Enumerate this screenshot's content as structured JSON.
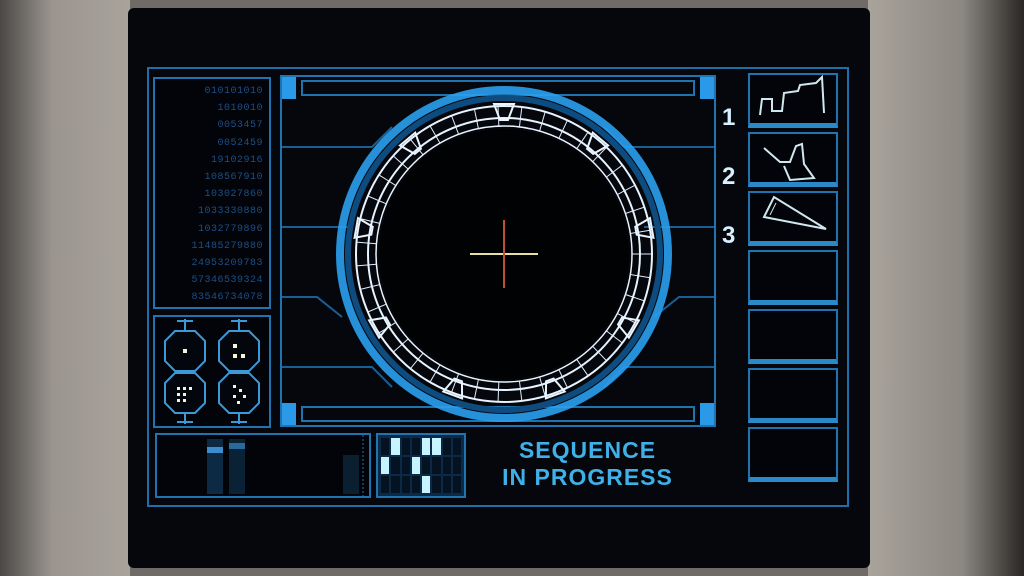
{
  "data_column": {
    "lines": [
      "010101010",
      "1010010",
      "0053457",
      "0052459",
      "19102916",
      "108567910",
      "103027860",
      "1033330880",
      "1032779896",
      "11485279880",
      "24953209783",
      "57346539324",
      "83546734078"
    ]
  },
  "status": {
    "line1": "SEQUENCE",
    "line2": "IN PROGRESS"
  },
  "locked_chevrons": {
    "numbers": [
      "1",
      "2",
      "3"
    ],
    "locked_count": 3,
    "total": 9
  },
  "colors": {
    "accent": "#1f74b0",
    "glow": "#3fb0e8",
    "locked": "#e0622a"
  },
  "grid_pattern": [
    [
      0,
      1,
      0,
      0,
      1,
      1,
      0,
      0
    ],
    [
      1,
      0,
      0,
      1,
      0,
      0,
      0,
      0
    ],
    [
      0,
      0,
      0,
      0,
      1,
      0,
      0,
      0
    ]
  ]
}
